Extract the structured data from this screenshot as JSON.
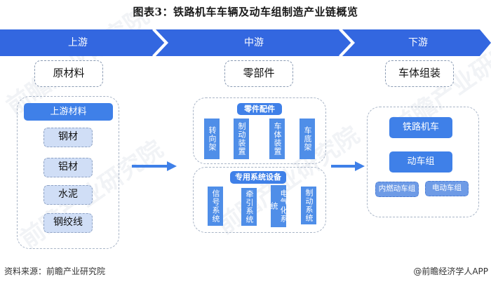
{
  "title": "图表3：铁路机车车辆及动车组制造产业链概览",
  "stages": [
    {
      "label": "上游"
    },
    {
      "label": "中游"
    },
    {
      "label": "下游"
    }
  ],
  "colors": {
    "stage_bar": "#3367e0",
    "head_blue": "#3f80e8",
    "light_item": "#d0def6",
    "arrow": "#3f80e8"
  },
  "upstream": {
    "category": "原材料",
    "group_head": "上游材料",
    "items": [
      "钢材",
      "铝材",
      "水泥",
      "钢绞线"
    ]
  },
  "midstream": {
    "category": "零部件",
    "groups": [
      {
        "head": "零件配件",
        "items": [
          "转向架",
          "制动装置",
          "车体装置",
          "车底架"
        ]
      },
      {
        "head": "专用系统设备",
        "items": [
          "信号系统",
          "牵引系统",
          "电气化系统",
          "制动系统"
        ]
      }
    ]
  },
  "downstream": {
    "category": "车体组装",
    "items": [
      "铁路机车",
      "动车组"
    ],
    "sub_items": [
      "内燃动车组",
      "电动车组"
    ]
  },
  "footer": {
    "source": "资料来源：前瞻产业研究院",
    "credit": "@前瞻经济学人APP"
  },
  "watermark": "前瞻产业研究院"
}
